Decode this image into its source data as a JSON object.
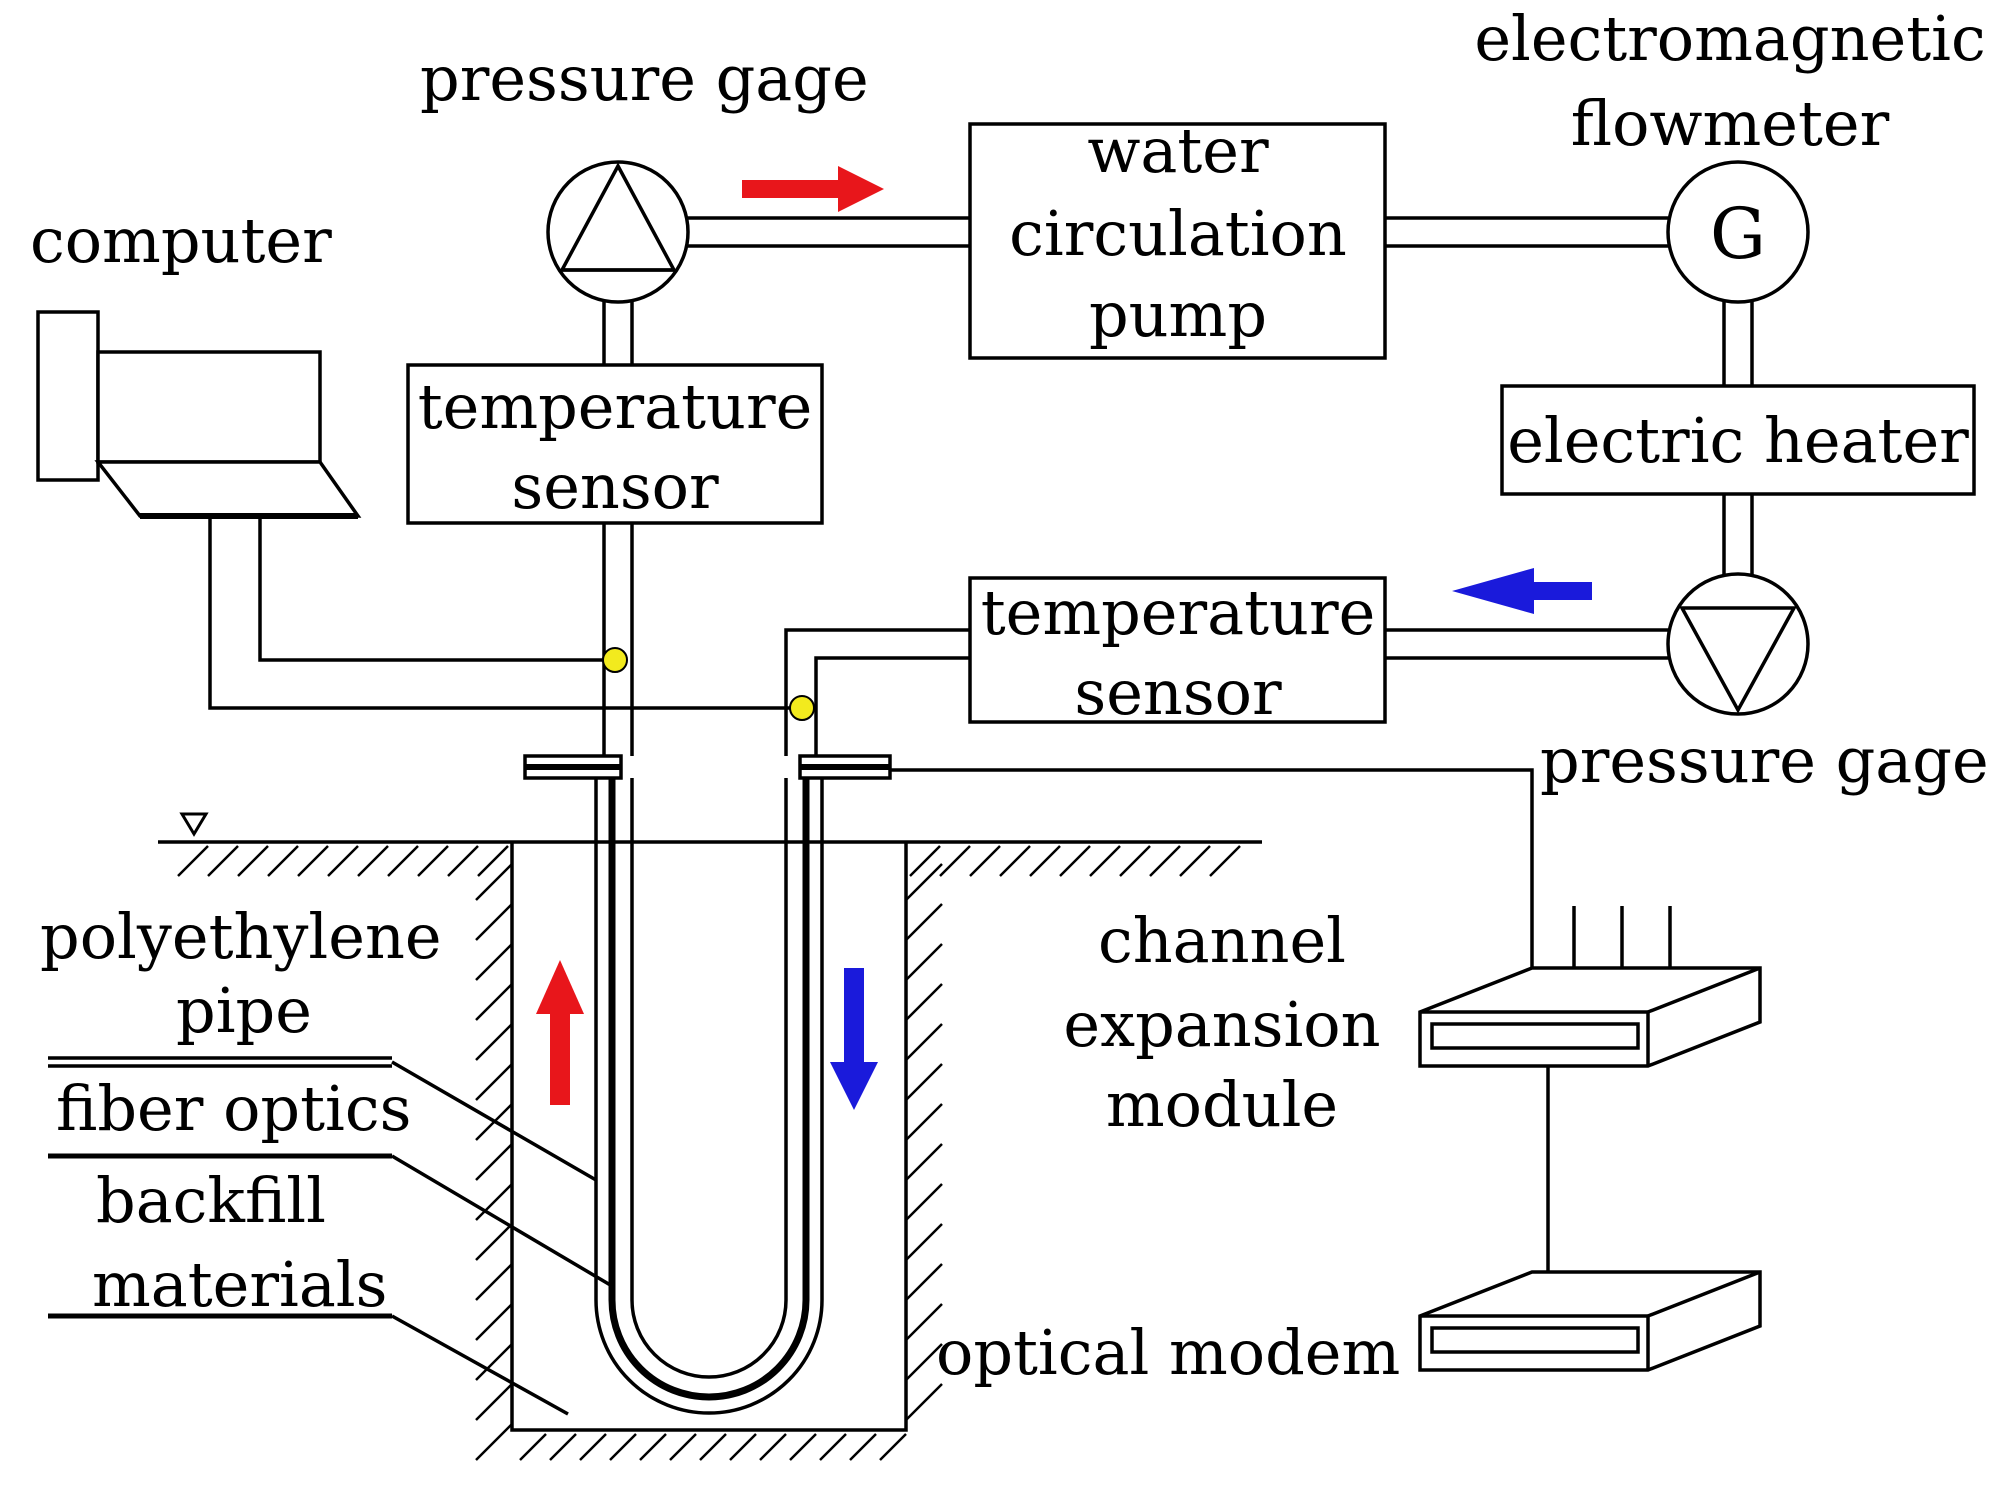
{
  "labels": {
    "pressure_gage_top": "pressure gage",
    "pressure_gage_bottom": "pressure gage",
    "electromagnetic_flowmeter": [
      "electromagnetic",
      "flowmeter"
    ],
    "flowmeter_symbol": "G",
    "computer": "computer",
    "water_circulation_pump": [
      "water",
      "circulation",
      "pump"
    ],
    "temperature_sensor_left": [
      "temperature",
      "sensor"
    ],
    "temperature_sensor_right": [
      "temperature",
      "sensor"
    ],
    "electric_heater": "electric heater",
    "polyethylene_pipe": [
      "polyethylene",
      "pipe"
    ],
    "fiber_optics": "fiber optics",
    "backfill_materials": [
      "backfill",
      "materials"
    ],
    "channel_expansion_module": [
      "channel",
      "expansion",
      "module"
    ],
    "optical_modem": "optical modem"
  },
  "colors": {
    "flow_hot": "#e8161b",
    "flow_cold": "#1a1adb",
    "sensor_dot": "#f2ea1e",
    "line": "#000000",
    "background": "#ffffff"
  },
  "icons": {
    "pump_symbol": "triangle-in-circle",
    "flowmeter_symbol": "G-in-circle",
    "water_level": "inverted-triangle",
    "ground": "hatched-soil"
  }
}
